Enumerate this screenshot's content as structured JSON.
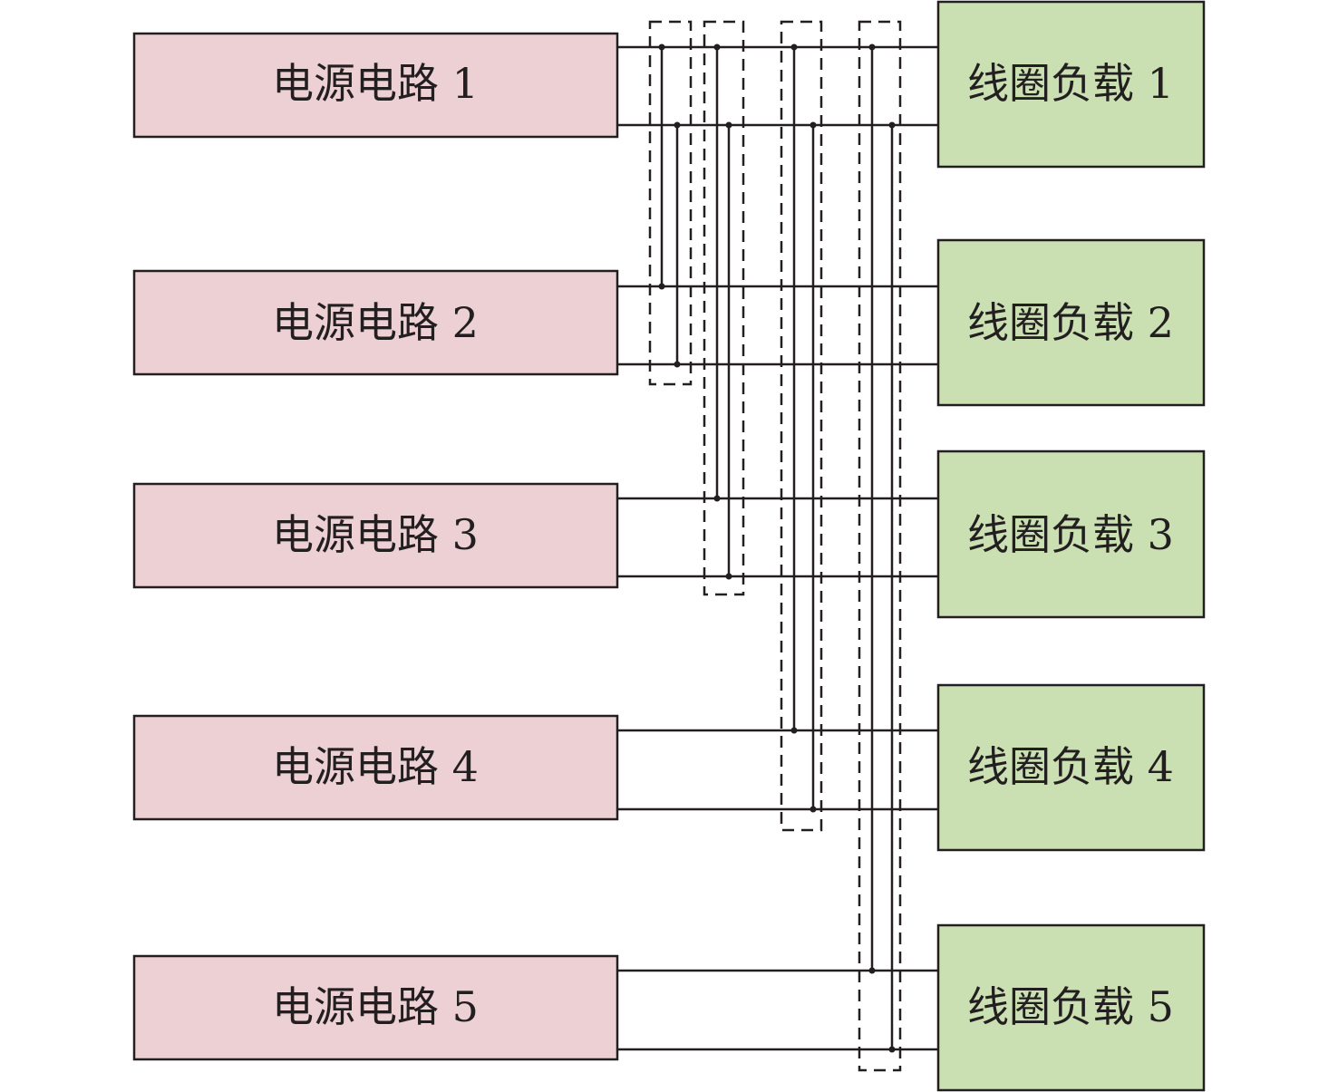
{
  "power_circuits": [
    {
      "label": "电源电路 1"
    },
    {
      "label": "电源电路 2"
    },
    {
      "label": "电源电路 3"
    },
    {
      "label": "电源电路 4"
    },
    {
      "label": "电源电路 5"
    }
  ],
  "coil_loads": [
    {
      "label": "线圈负载 1"
    },
    {
      "label": "线圈负载 2"
    },
    {
      "label": "线圈负载 3"
    },
    {
      "label": "线圈负载 4"
    },
    {
      "label": "线圈负载 5"
    }
  ],
  "colors": {
    "power_fill": "#ecd0d3",
    "coil_fill": "#cadfb2",
    "stroke": "#231f20"
  }
}
